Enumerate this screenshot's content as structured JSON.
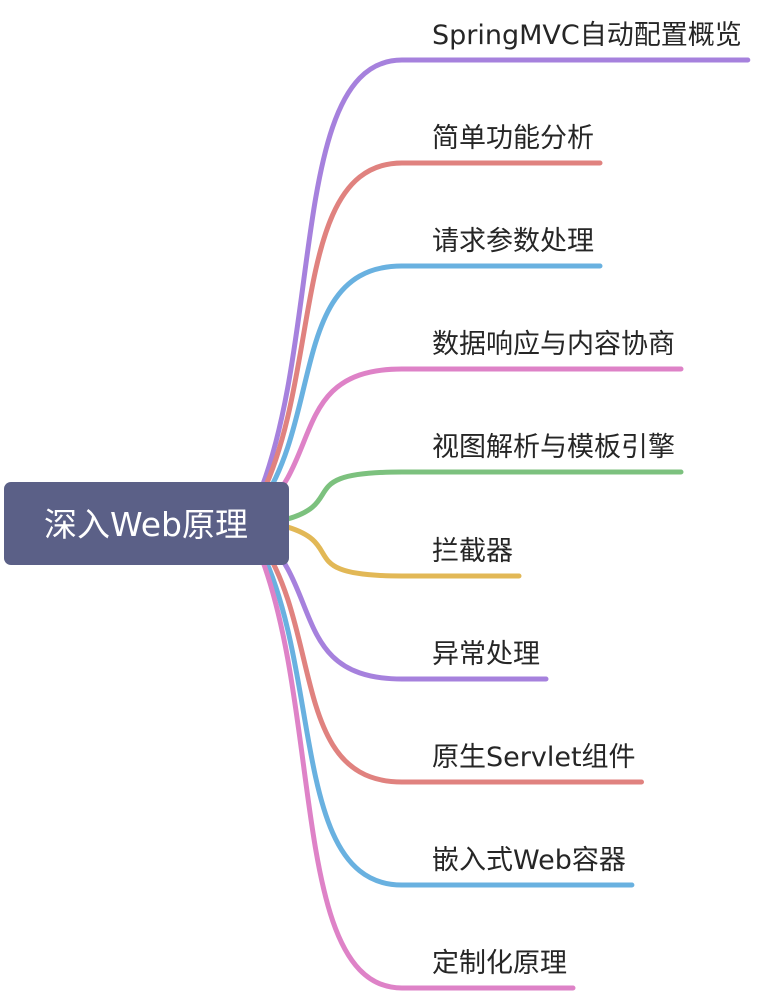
{
  "root": {
    "label": "深入Web原理",
    "color": "#5b6087"
  },
  "branches": [
    {
      "label": "SpringMVC自动配置概览",
      "color": "#a681dd"
    },
    {
      "label": "简单功能分析",
      "color": "#e0827f"
    },
    {
      "label": "请求参数处理",
      "color": "#69b1e0"
    },
    {
      "label": "数据响应与内容协商",
      "color": "#de82c7"
    },
    {
      "label": "视图解析与模板引擎",
      "color": "#7cc17e"
    },
    {
      "label": "拦截器",
      "color": "#e2b856"
    },
    {
      "label": "异常处理",
      "color": "#a681dd"
    },
    {
      "label": "原生Servlet组件",
      "color": "#e0827f"
    },
    {
      "label": "嵌入式Web容器",
      "color": "#69b1e0"
    },
    {
      "label": "定制化原理",
      "color": "#de82c7"
    }
  ]
}
